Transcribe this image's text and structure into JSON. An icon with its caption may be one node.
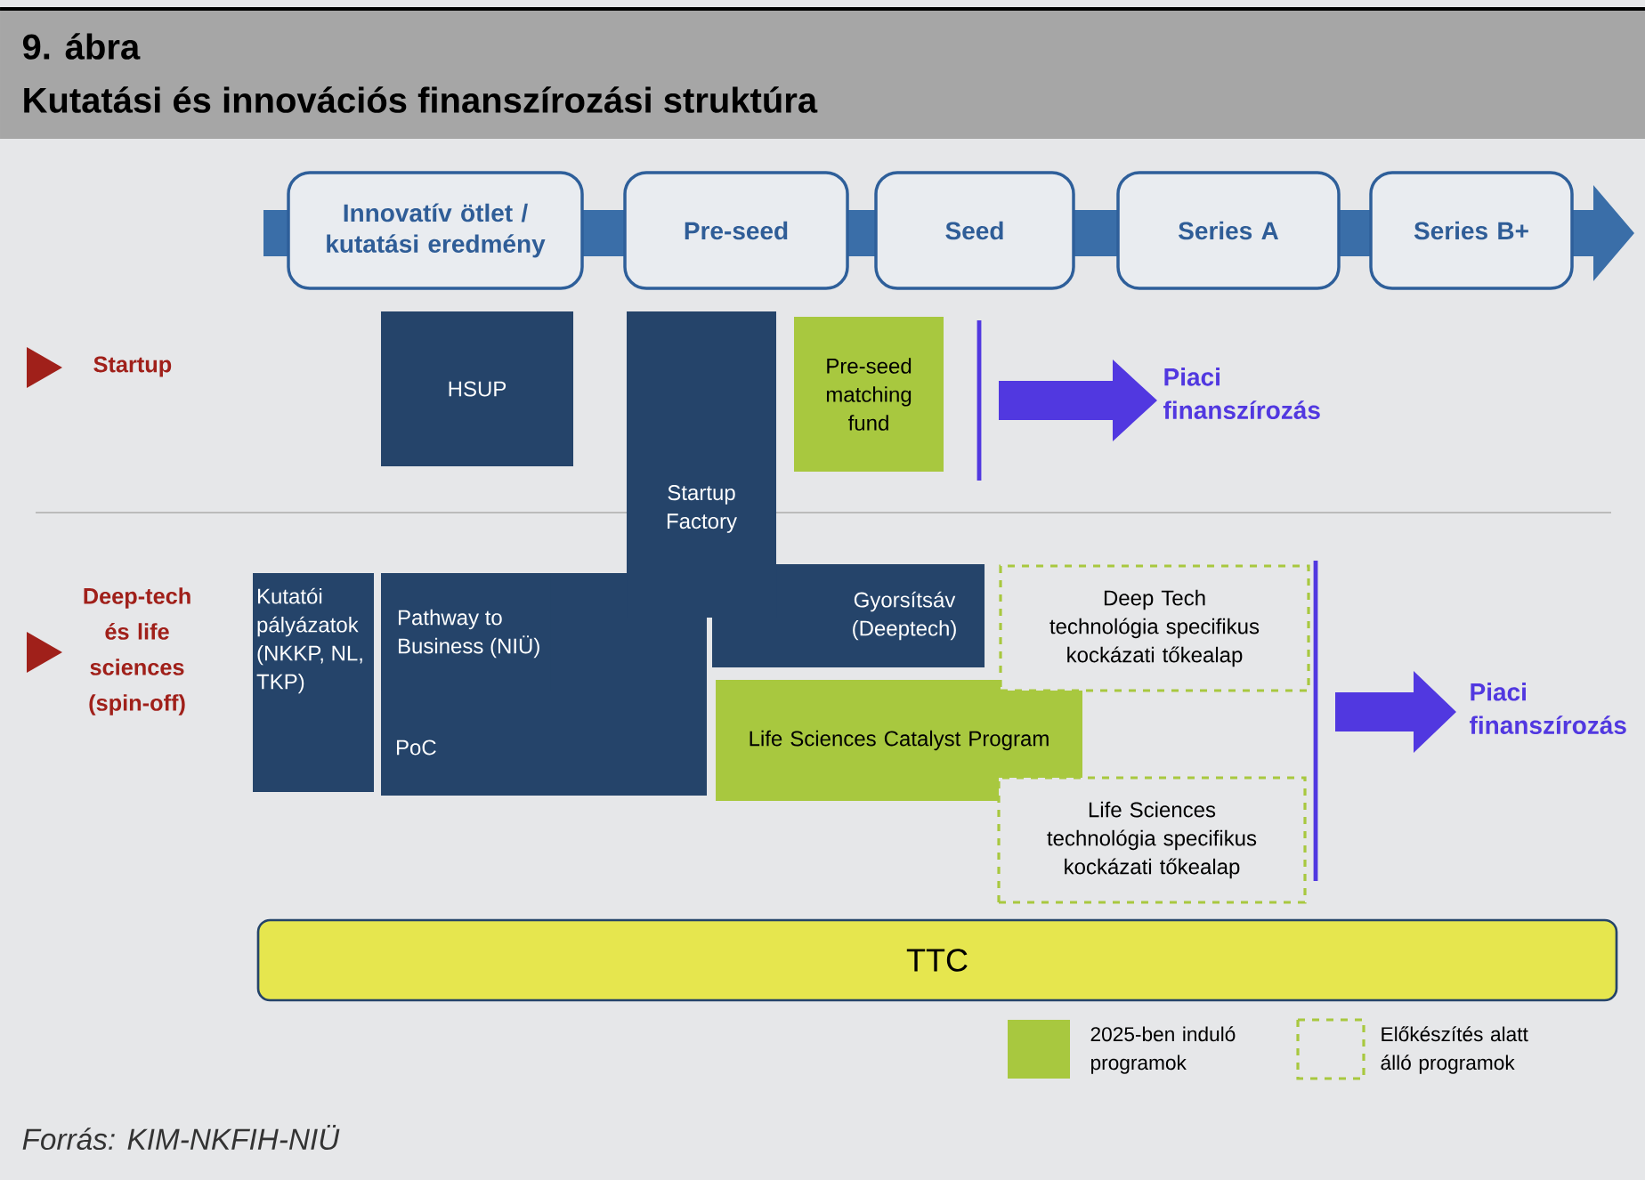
{
  "diagram": {
    "title": "Kutatási és innovációs finanszírozási struktúra",
    "caption": "Forrás: KIM-NKFIH-NIÜ",
    "nodes": [
      {
        "text": [
          "Innovatív ötlet / kutatási eredmény"
        ]
      },
      {
        "text": [
          "Pre-seed"
        ]
      },
      {
        "text": [
          "Seed"
        ]
      },
      {
        "text": [
          "Series A"
        ]
      },
      {
        "text": [
          "Series B+"
        ]
      },
      {
        "text": [
          "HSUP"
        ]
      },
      {
        "text": [
          "Startup Factory"
        ]
      },
      {
        "text": [
          "Pre-seed matching fund"
        ]
      },
      {
        "text": [
          "Kutatói pályázatok (NKKP, NL, TKP)"
        ]
      },
      {
        "text": [
          "PoC"
        ]
      },
      {
        "text": [
          "Pathway to Business (NIÜ)"
        ],
        "in": 9
      },
      {
        "text": [
          "Gyorsítsáv (Deeptech)"
        ]
      },
      {
        "text": [
          "Life Sciences Catalyst Program"
        ]
      },
      {
        "text": [
          "Deep Tech technológia specifikus kockázati tőkealap"
        ]
      },
      {
        "text": [
          "Life Sciences technológia specifikus kockázati tőkealap"
        ]
      },
      {
        "text": [
          "TTC"
        ]
      }
    ],
    "labels": [
      "9. ábra",
      "Startup",
      "Deep-tech és life sciences (spin-off)",
      "Piaci finanszírozás",
      "Piaci finanszírozás"
    ],
    "legend": [
      {
        "text": "2025-ben induló programok",
        "color": "#a8c83f"
      },
      {
        "text": "Előkészítés alatt álló programok"
      }
    ]
  }
}
